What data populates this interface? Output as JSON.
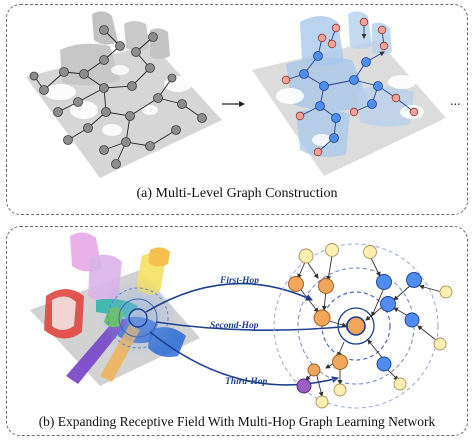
{
  "panel_a": {
    "caption": "(a) Multi-Level Graph Construction",
    "more": "..."
  },
  "panel_b": {
    "caption": "(b) Expanding Receptive Field With Multi-Hop Graph Learning Network",
    "hops": [
      "First-Hop",
      "Second-Hop",
      "Third-Hop"
    ]
  },
  "colors": {
    "gray_node": "#8d8d8d",
    "blue_node": "#4f8ef0",
    "pink_node": "#f2a29a",
    "orange_node": "#f2a65a",
    "yellow_node": "#fbf0b4",
    "purple_node": "#9b5fc4",
    "arrow": "#1f3f8f"
  }
}
